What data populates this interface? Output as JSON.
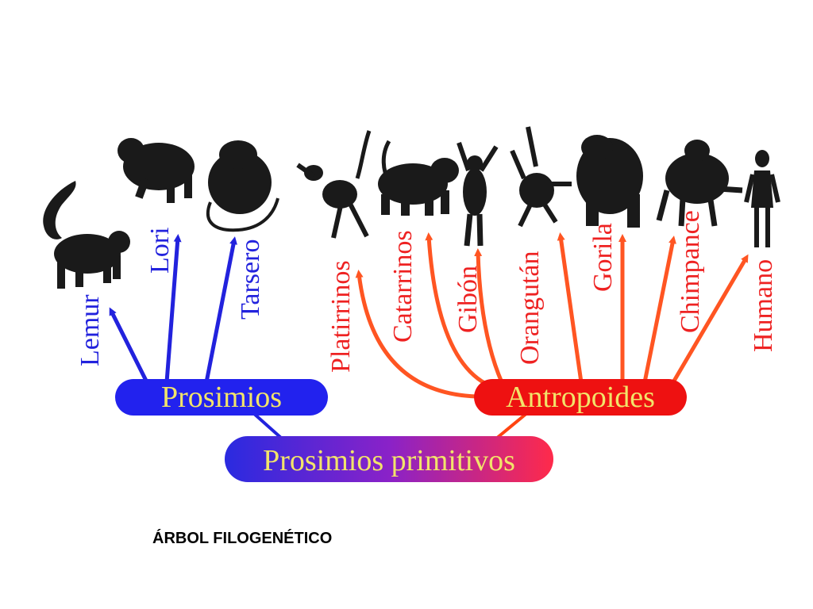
{
  "caption": "ÁRBOL FILOGENÉTICO",
  "colors": {
    "prosimios": "#2222dd",
    "antropoides": "#ff4411",
    "label_text": "#f2e46a",
    "silhouette": "#1a1a1a"
  },
  "nodes": {
    "root": "Prosimios primitivos",
    "prosimios": "Prosimios",
    "antropoides": "Antropoides"
  },
  "prosimios_taxa": [
    "Lemur",
    "Lori",
    "Tarsero"
  ],
  "antropoides_taxa": [
    "Platirrinos",
    "Catarrinos",
    "Gibón",
    "Orangután",
    "Gorila",
    "Chimpancé",
    "Humano"
  ],
  "icons": [
    "lemur-icon",
    "lori-icon",
    "tarsier-icon",
    "spider-monkey-icon",
    "baboon-icon",
    "gibbon-icon",
    "orangutan-icon",
    "gorilla-icon",
    "chimpanzee-icon",
    "human-icon"
  ]
}
